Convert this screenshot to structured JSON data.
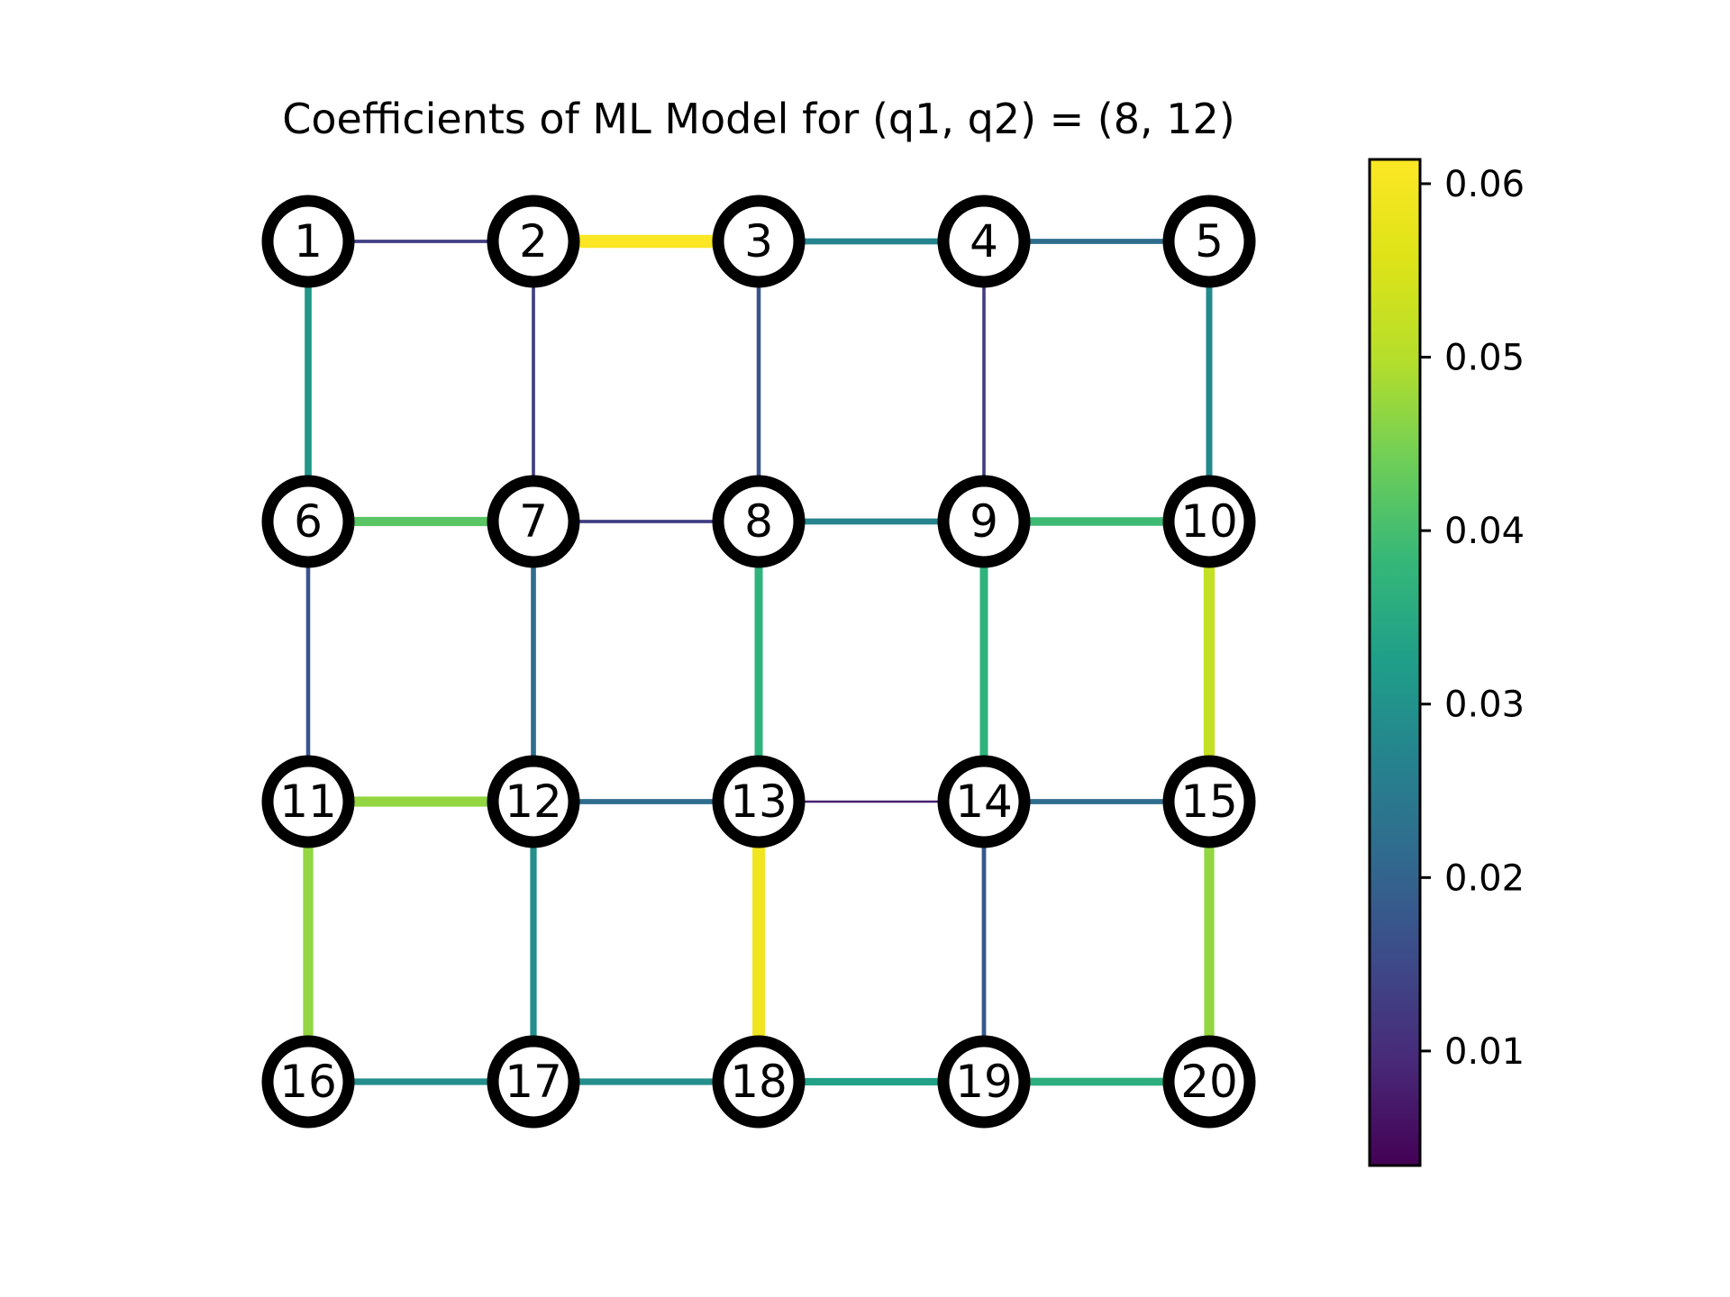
{
  "chart_data": {
    "type": "network",
    "title": "Coefficients of ML Model for (q1, q2) = (8, 12)",
    "nodes": [
      {
        "id": 1,
        "label": "1",
        "row": 0,
        "col": 0
      },
      {
        "id": 2,
        "label": "2",
        "row": 0,
        "col": 1
      },
      {
        "id": 3,
        "label": "3",
        "row": 0,
        "col": 2
      },
      {
        "id": 4,
        "label": "4",
        "row": 0,
        "col": 3
      },
      {
        "id": 5,
        "label": "5",
        "row": 0,
        "col": 4
      },
      {
        "id": 6,
        "label": "6",
        "row": 1,
        "col": 0
      },
      {
        "id": 7,
        "label": "7",
        "row": 1,
        "col": 1
      },
      {
        "id": 8,
        "label": "8",
        "row": 1,
        "col": 2
      },
      {
        "id": 9,
        "label": "9",
        "row": 1,
        "col": 3
      },
      {
        "id": 10,
        "label": "10",
        "row": 1,
        "col": 4
      },
      {
        "id": 11,
        "label": "11",
        "row": 2,
        "col": 0
      },
      {
        "id": 12,
        "label": "12",
        "row": 2,
        "col": 1
      },
      {
        "id": 13,
        "label": "13",
        "row": 2,
        "col": 2
      },
      {
        "id": 14,
        "label": "14",
        "row": 2,
        "col": 3
      },
      {
        "id": 15,
        "label": "15",
        "row": 2,
        "col": 4
      },
      {
        "id": 16,
        "label": "16",
        "row": 3,
        "col": 0
      },
      {
        "id": 17,
        "label": "17",
        "row": 3,
        "col": 1
      },
      {
        "id": 18,
        "label": "18",
        "row": 3,
        "col": 2
      },
      {
        "id": 19,
        "label": "19",
        "row": 3,
        "col": 3
      },
      {
        "id": 20,
        "label": "20",
        "row": 3,
        "col": 4
      }
    ],
    "edges": [
      {
        "source": 1,
        "target": 2,
        "value": 0.013
      },
      {
        "source": 2,
        "target": 3,
        "value": 0.061
      },
      {
        "source": 3,
        "target": 4,
        "value": 0.027
      },
      {
        "source": 4,
        "target": 5,
        "value": 0.022
      },
      {
        "source": 1,
        "target": 6,
        "value": 0.031
      },
      {
        "source": 2,
        "target": 7,
        "value": 0.013
      },
      {
        "source": 3,
        "target": 8,
        "value": 0.017
      },
      {
        "source": 4,
        "target": 9,
        "value": 0.013
      },
      {
        "source": 5,
        "target": 10,
        "value": 0.028
      },
      {
        "source": 6,
        "target": 7,
        "value": 0.042
      },
      {
        "source": 7,
        "target": 8,
        "value": 0.013
      },
      {
        "source": 8,
        "target": 9,
        "value": 0.027
      },
      {
        "source": 9,
        "target": 10,
        "value": 0.039
      },
      {
        "source": 6,
        "target": 11,
        "value": 0.017
      },
      {
        "source": 7,
        "target": 12,
        "value": 0.022
      },
      {
        "source": 8,
        "target": 13,
        "value": 0.037
      },
      {
        "source": 9,
        "target": 14,
        "value": 0.037
      },
      {
        "source": 10,
        "target": 15,
        "value": 0.052
      },
      {
        "source": 11,
        "target": 12,
        "value": 0.047
      },
      {
        "source": 12,
        "target": 13,
        "value": 0.022
      },
      {
        "source": 13,
        "target": 14,
        "value": 0.008
      },
      {
        "source": 14,
        "target": 15,
        "value": 0.022
      },
      {
        "source": 11,
        "target": 16,
        "value": 0.047
      },
      {
        "source": 12,
        "target": 17,
        "value": 0.029
      },
      {
        "source": 13,
        "target": 18,
        "value": 0.059
      },
      {
        "source": 14,
        "target": 19,
        "value": 0.018
      },
      {
        "source": 15,
        "target": 20,
        "value": 0.047
      },
      {
        "source": 16,
        "target": 17,
        "value": 0.029
      },
      {
        "source": 17,
        "target": 18,
        "value": 0.029
      },
      {
        "source": 18,
        "target": 19,
        "value": 0.033
      },
      {
        "source": 19,
        "target": 20,
        "value": 0.036
      }
    ],
    "colorbar": {
      "colormap": "viridis",
      "range": [
        0.0034,
        0.0614
      ],
      "ticks": [
        0.01,
        0.02,
        0.03,
        0.04,
        0.05,
        0.06
      ],
      "tick_labels": [
        "0.01",
        "0.02",
        "0.03",
        "0.04",
        "0.05",
        "0.06"
      ]
    }
  }
}
